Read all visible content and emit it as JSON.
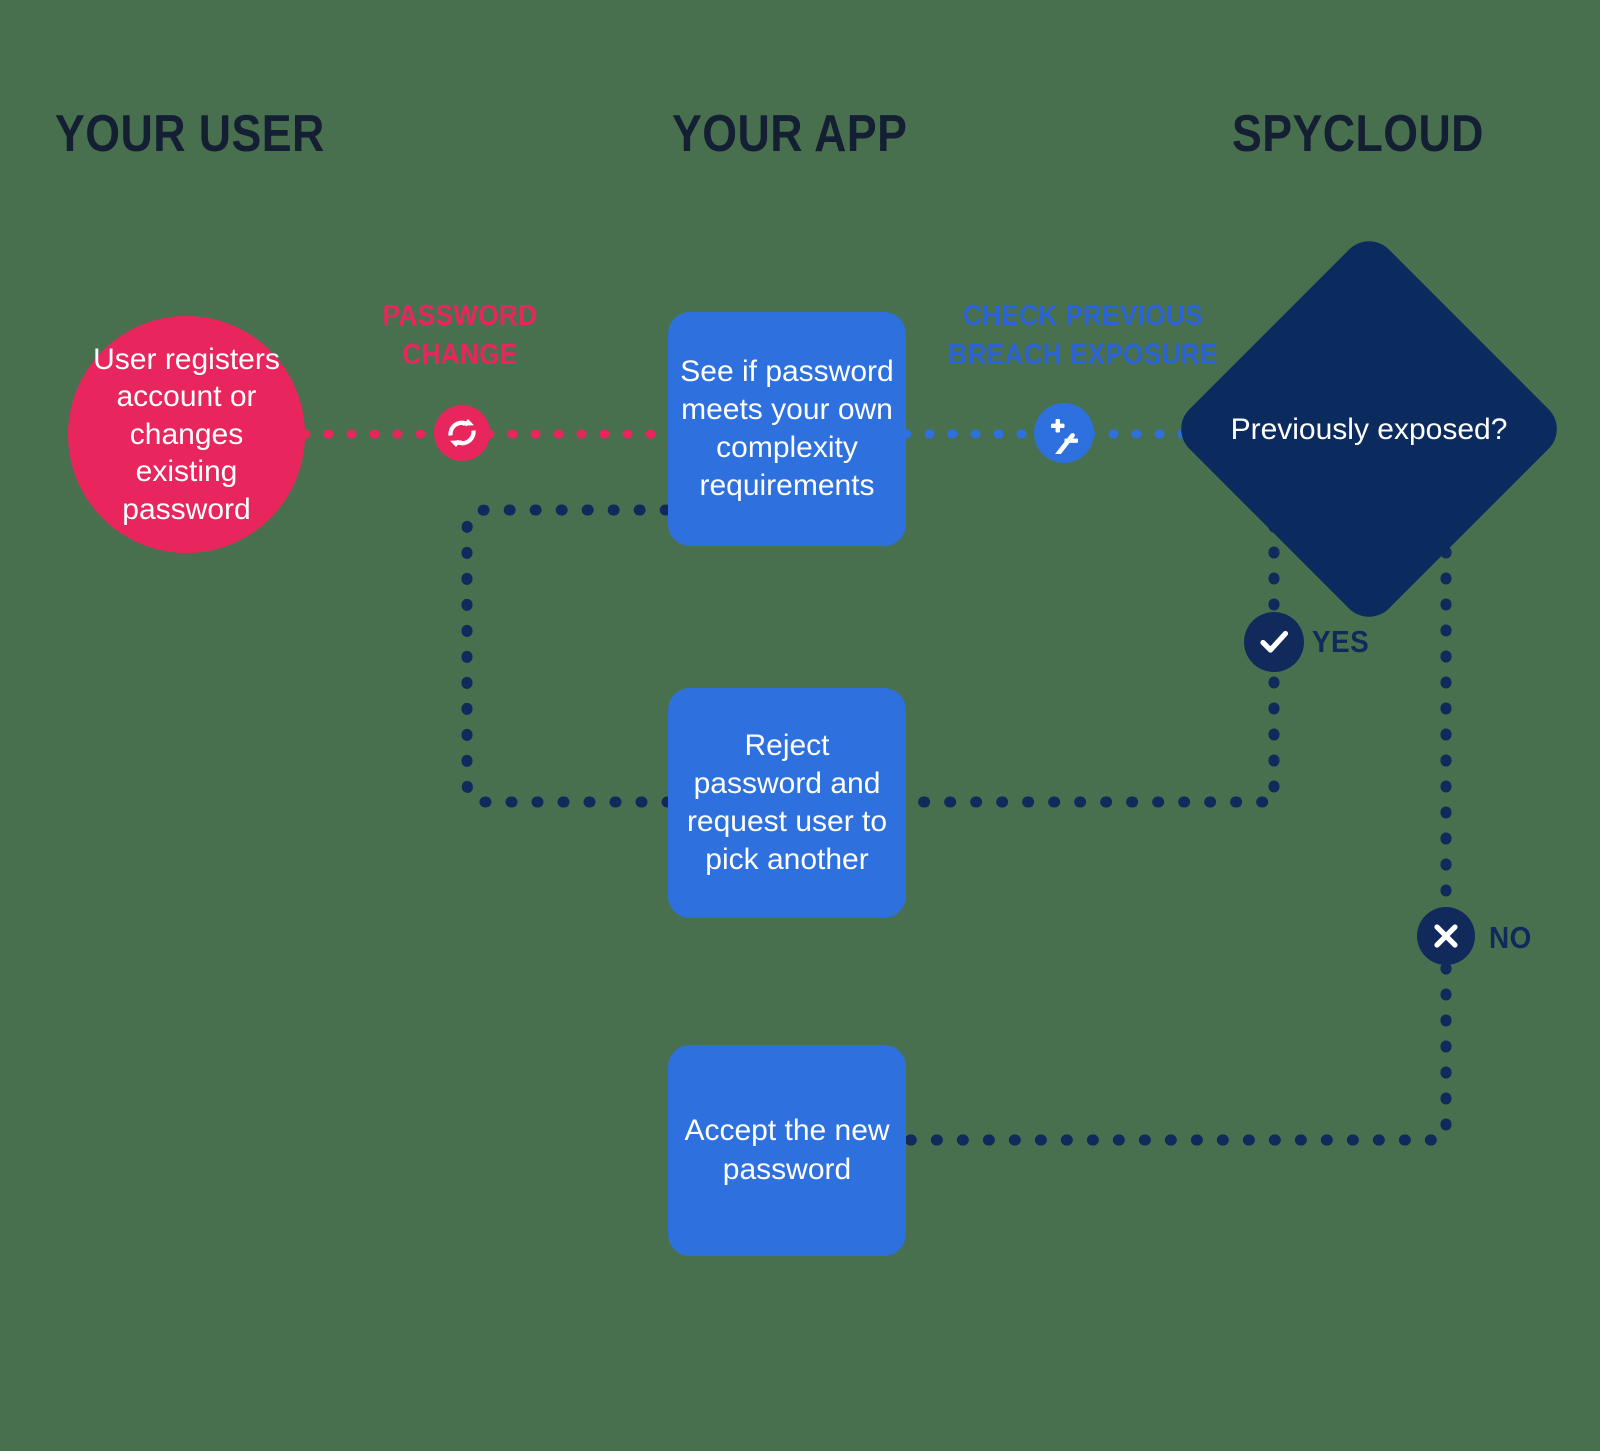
{
  "columns": {
    "your_user": "YOUR USER",
    "your_app": "YOUR APP",
    "spycloud": "SPYCLOUD"
  },
  "nodes": {
    "user_start": "User registers account or changes existing password",
    "complexity": "See if password meets your own complexity requirements",
    "reject": "Reject password and request user to pick another",
    "accept": "Accept the new password",
    "decision": "Previously exposed?"
  },
  "edge_labels": {
    "password_change_line1": "PASSWORD",
    "password_change_line2": "CHANGE",
    "breach_check_line1": "CHECK PREVIOUS",
    "breach_check_line2": "BREACH EXPOSURE"
  },
  "branches": {
    "yes": "YES",
    "no": "NO"
  },
  "icons": {
    "refresh": "refresh-icon",
    "plus_minus": "plus-minus-icon",
    "check": "check-icon",
    "cross": "cross-icon"
  },
  "colors": {
    "background": "#49704e",
    "pink": "#e8265d",
    "blue": "#2d70de",
    "navy": "#0b2b5f",
    "navy_dark": "#12295c",
    "heading": "#141f33",
    "label_blue": "#2a63d6",
    "white": "#ffffff"
  },
  "chart_data": {
    "type": "flowchart",
    "title": "Password check flow across user, app and SpyCloud",
    "lanes": [
      "YOUR USER",
      "YOUR APP",
      "SPYCLOUD"
    ],
    "nodes": [
      {
        "id": "user_start",
        "lane": "YOUR USER",
        "shape": "circle",
        "color": "#e8265d",
        "text": "User registers account or changes existing password"
      },
      {
        "id": "complexity",
        "lane": "YOUR APP",
        "shape": "rounded-rect",
        "color": "#2d70de",
        "text": "See if password meets your own complexity requirements"
      },
      {
        "id": "reject",
        "lane": "YOUR APP",
        "shape": "rounded-rect",
        "color": "#2d70de",
        "text": "Reject password and request user to pick another"
      },
      {
        "id": "accept",
        "lane": "YOUR APP",
        "shape": "rounded-rect",
        "color": "#2d70de",
        "text": "Accept the new password"
      },
      {
        "id": "decision",
        "lane": "SPYCLOUD",
        "shape": "diamond",
        "color": "#0b2b5f",
        "text": "Previously exposed?"
      }
    ],
    "edges": [
      {
        "from": "user_start",
        "to": "complexity",
        "label": "PASSWORD CHANGE",
        "style": "dotted",
        "color": "#e8265d",
        "badge": "refresh-icon"
      },
      {
        "from": "complexity",
        "to": "decision",
        "label": "CHECK PREVIOUS BREACH EXPOSURE",
        "style": "dotted",
        "color": "#2d70de",
        "badge": "plus-minus-icon"
      },
      {
        "from": "decision",
        "to": "reject",
        "label": "YES",
        "style": "dotted",
        "color": "#12295c",
        "badge": "check-icon"
      },
      {
        "from": "decision",
        "to": "accept",
        "label": "NO",
        "style": "dotted",
        "color": "#12295c",
        "badge": "cross-icon"
      },
      {
        "from": "reject",
        "to": "complexity",
        "label": "",
        "style": "dotted",
        "color": "#12295c",
        "badge": ""
      }
    ]
  }
}
